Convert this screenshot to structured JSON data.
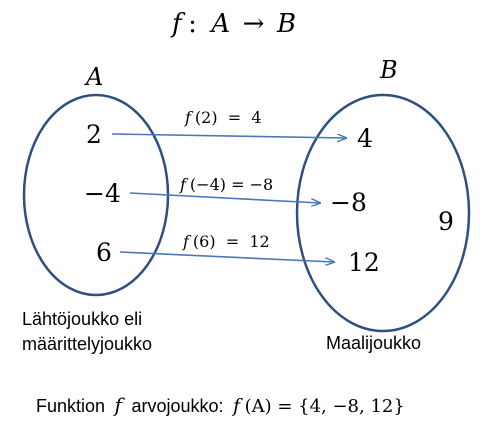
{
  "title": {
    "f": "f",
    "colon": ":",
    "domain": "A",
    "arrow": "→",
    "codomain": "B"
  },
  "set_a": {
    "label": "A",
    "elements": [
      "2",
      "−4",
      "6"
    ],
    "caption_line1": "Lähtöjoukko eli",
    "caption_line2": "määrittelyjoukko"
  },
  "set_b": {
    "label": "B",
    "elements": [
      "4",
      "−8",
      "12",
      "9"
    ],
    "caption": "Maalijoukko"
  },
  "mappings": [
    {
      "label_f": "f",
      "label_rest": "(2)  =  4"
    },
    {
      "label_f": "f",
      "label_rest": "(−4) = −8"
    },
    {
      "label_f": "f",
      "label_rest": "(6)  =  12"
    }
  ],
  "footer": {
    "prefix": "Funktion ",
    "f_symbol": "f",
    "middle": " arvojoukko: ",
    "image_f": "f",
    "image_rest": "(A) = {4, −8, 12}"
  },
  "colors": {
    "ellipse_stroke": "#2f4f7f",
    "arrow": "#4a78b8",
    "text": "#000000"
  }
}
